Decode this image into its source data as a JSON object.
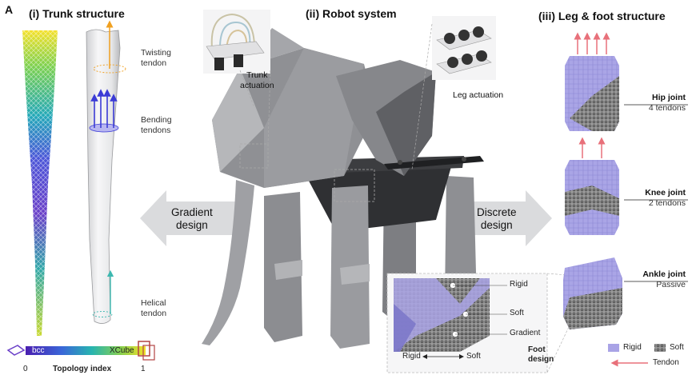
{
  "panel_letter": "A",
  "sections": {
    "trunk": {
      "title": "(i) Trunk structure",
      "twisting": [
        "Twisting",
        "tendon"
      ],
      "bending": [
        "Bending",
        "tendons"
      ],
      "helical": [
        "Helical",
        "tendon"
      ],
      "colorbar": {
        "left_label": "bcc",
        "right_label": "XCube",
        "min": "0",
        "max": "1",
        "title": "Topology index"
      }
    },
    "robot": {
      "title": "(ii) Robot system",
      "trunk_actuation": [
        "Trunk",
        "actuation"
      ],
      "leg_actuation": "Leg actuation",
      "gradient": [
        "Gradient",
        "design"
      ],
      "discrete": [
        "Discrete",
        "design"
      ],
      "foot": {
        "rigid": "Rigid",
        "soft": "Soft",
        "gradient": "Gradient",
        "axis_left": "Rigid",
        "axis_right": "Soft",
        "caption": [
          "Foot",
          "design"
        ]
      }
    },
    "leg": {
      "title": "(iii) Leg & foot structure",
      "hip": {
        "name": "Hip joint",
        "detail": "4 tendons"
      },
      "knee": {
        "name": "Knee joint",
        "detail": "2 tendons"
      },
      "ankle": {
        "name": "Ankle joint",
        "detail": "Passive"
      },
      "legend": {
        "rigid": "Rigid",
        "soft": "Soft",
        "tendon": "Tendon"
      }
    }
  },
  "colors": {
    "rigid": "#a9a3e6",
    "soft": "#8c8c8c",
    "tendon": "#e8707a",
    "bending": "#3b3bd6",
    "helical": "#3cb8b0",
    "twisting": "#f0a020"
  }
}
